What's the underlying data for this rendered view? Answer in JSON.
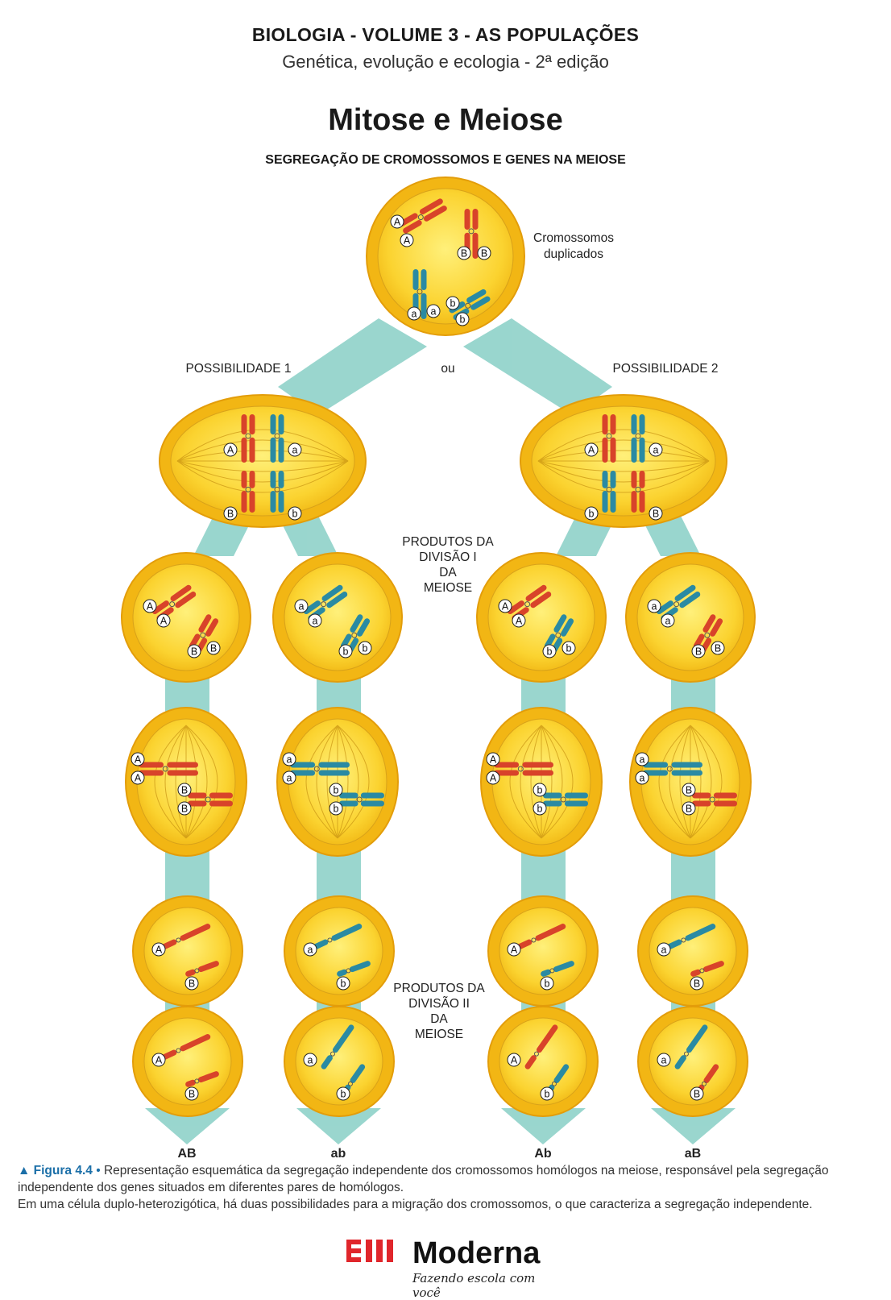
{
  "header": {
    "book_title": "BIOLOGIA - VOLUME 3 - AS POPULAÇÕES",
    "book_subtitle": "Genética, evolução e ecologia - 2ª edição"
  },
  "page_title": "Mitose e Meiose",
  "section_title": "SEGREGAÇÃO DE CROMOSSOMOS E GENES NA MEIOSE",
  "labels": {
    "duplicated": [
      "Cromossomos",
      "duplicados"
    ],
    "possibility_1": "POSSIBILIDADE 1",
    "or": "ou",
    "possibility_2": "POSSIBILIDADE 2",
    "division_1_products": [
      "PRODUTOS DA",
      "DIVISÃO I",
      "DA",
      "MEIOSE"
    ],
    "division_2_products": [
      "PRODUTOS DA",
      "DIVISÃO II",
      "DA",
      "MEIOSE"
    ]
  },
  "gametes": [
    "AB",
    "ab",
    "Ab",
    "aB"
  ],
  "alleles": {
    "A": "A",
    "a": "a",
    "B": "B",
    "b": "b"
  },
  "caption": {
    "figure_label": "Figura 4.4",
    "line1": "Representação esquemática da segregação independente dos cromossomos homólogos na meiose, responsável pela segregação independente dos genes situados em diferentes pares de homólogos.",
    "line2": "Em uma célula duplo-heterozigótica, há duas possibilidades para a migração dos cromossomos, o que caracteriza a segregação independente."
  },
  "logo": {
    "brand": "Moderna",
    "slogan": "Fazendo escola com você"
  },
  "colors": {
    "cell_outer": "#f5c21b",
    "cell_inner": "#fde15a",
    "arrow": "#8fd2c9",
    "red_chromosome": "#d8432a",
    "blue_chromosome": "#2a8aa3",
    "caption_accent": "#1b6fa8",
    "logo_red": "#e0262b"
  }
}
